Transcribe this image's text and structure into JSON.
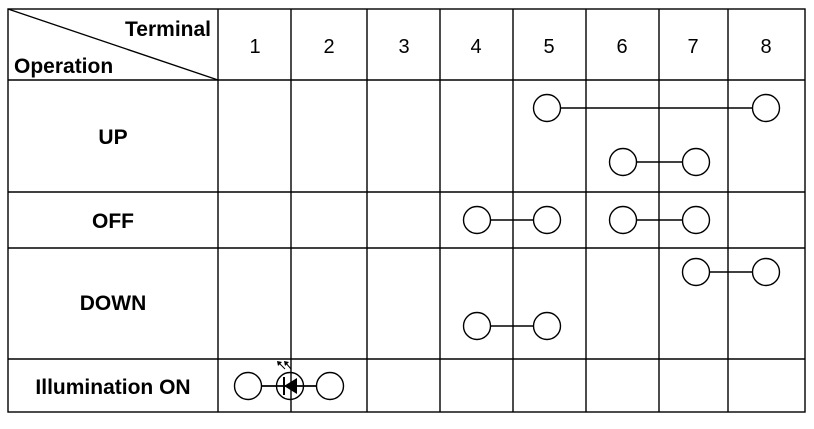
{
  "header": {
    "corner_top": "Terminal",
    "corner_bottom": "Operation",
    "terminals": [
      "1",
      "2",
      "3",
      "4",
      "5",
      "6",
      "7",
      "8"
    ]
  },
  "operations": [
    {
      "label": "UP",
      "connections": [
        {
          "from": 5,
          "to": 8,
          "line": "upper"
        },
        {
          "from": 6,
          "to": 7,
          "line": "lower"
        }
      ]
    },
    {
      "label": "OFF",
      "connections": [
        {
          "from": 4,
          "to": 5,
          "line": "single"
        },
        {
          "from": 6,
          "to": 7,
          "line": "single"
        }
      ]
    },
    {
      "label": "DOWN",
      "connections": [
        {
          "from": 7,
          "to": 8,
          "line": "upper"
        },
        {
          "from": 4,
          "to": 5,
          "line": "lower"
        }
      ]
    },
    {
      "label": "Illumination ON",
      "connections": [
        {
          "from": 1,
          "to": 2,
          "line": "single",
          "element": "led"
        }
      ]
    }
  ],
  "colors": {
    "line": "#000000",
    "background": "#ffffff"
  }
}
